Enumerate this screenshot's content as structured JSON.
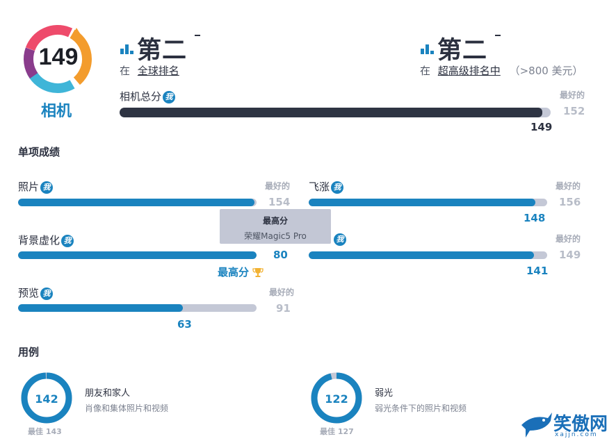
{
  "badge": {
    "score": "149",
    "label": "相机"
  },
  "rank_global": {
    "title": "第二",
    "prefix": "在",
    "link": "全球排名"
  },
  "rank_premium": {
    "title": "第二",
    "prefix": "在",
    "link": "超高级排名中",
    "note": "（>800 美元）"
  },
  "total": {
    "label": "相机总分",
    "best_label": "最好的",
    "best_value": "152",
    "value": "149",
    "fraction": 0.98
  },
  "sub_scores": {
    "title": "单项成绩",
    "photo": {
      "label": "照片",
      "best_label": "最好的",
      "best_value": "154",
      "value": "",
      "fraction": 0.99
    },
    "zoom": {
      "label": "飞涨",
      "best_label": "最好的",
      "best_value": "156",
      "value": "148",
      "fraction": 0.95
    },
    "bokeh": {
      "label": "背景虚化",
      "best_label": "",
      "best_value": "",
      "value": "80",
      "fraction": 1.0
    },
    "video": {
      "label": "",
      "best_label": "最好的",
      "best_value": "149",
      "value": "141",
      "fraction": 0.946
    },
    "preview": {
      "label": "预览",
      "best_label": "最好的",
      "best_value": "91",
      "value": "63",
      "fraction": 0.69
    },
    "top_score_label": "最高分"
  },
  "tooltip": {
    "title": "最高分",
    "device": "荣耀Magic5 Pro"
  },
  "use_cases": {
    "title": "用例",
    "items": [
      {
        "score": "142",
        "title": "朋友和家人",
        "desc": "肖像和集体照片和视频",
        "best": "最佳 143",
        "fraction": 0.993
      },
      {
        "score": "122",
        "title": "弱光",
        "desc": "弱光条件下的照片和视频",
        "best": "最佳 127",
        "fraction": 0.961
      }
    ]
  },
  "badge_icon": "我",
  "watermark": {
    "text": "笑傲网",
    "url": "xajjn.com"
  },
  "colors": {
    "accent": "#1a83bf",
    "dark": "#2e3443",
    "track": "#c4c8d6"
  }
}
